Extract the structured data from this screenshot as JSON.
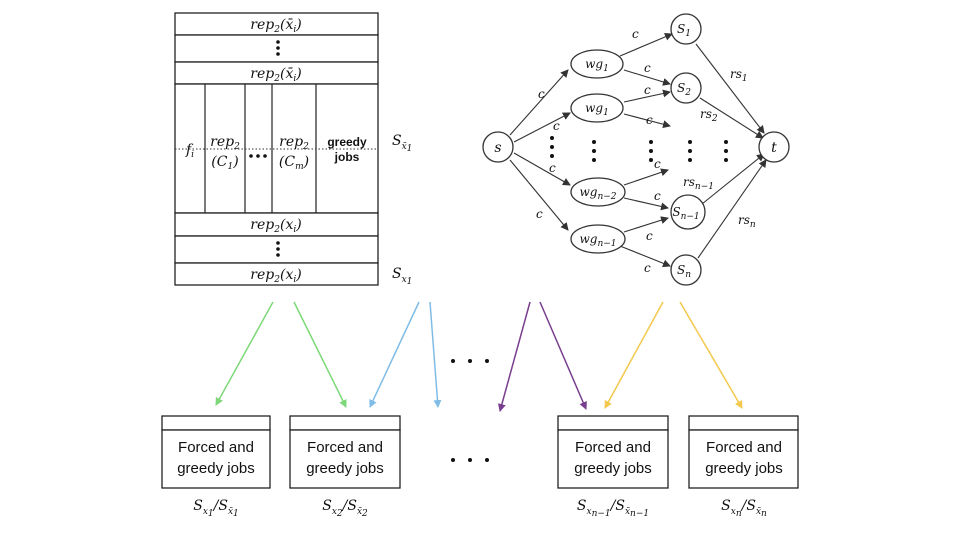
{
  "schedule": {
    "top_rows": [
      "rep",
      "2",
      "(x̄",
      "i",
      ")"
    ],
    "bottom_rows": [
      "rep",
      "2",
      "(x",
      "i",
      ")"
    ],
    "f_label": [
      "f",
      "i"
    ],
    "rep_c1": [
      "rep",
      "2",
      "(C",
      "1",
      ")"
    ],
    "rep_cm": [
      "rep",
      "2",
      "(C",
      "m",
      ")"
    ],
    "greedy_line1": "greedy",
    "greedy_line2": "jobs",
    "s_top": [
      "S",
      "x̄",
      "1"
    ],
    "s_bottom": [
      "S",
      "x",
      "1"
    ]
  },
  "flow_network": {
    "source": "s",
    "sink": "t",
    "edge_label": "c",
    "wg_nodes": [
      {
        "base": "wg",
        "sub": "1"
      },
      {
        "base": "wg",
        "sub": "1"
      },
      {
        "base": "wg",
        "sub": "n−2"
      },
      {
        "base": "wg",
        "sub": "n−1"
      }
    ],
    "s_nodes": [
      {
        "base": "S",
        "sub": "1"
      },
      {
        "base": "S",
        "sub": "2"
      },
      {
        "base": "S",
        "sub": "n−1"
      },
      {
        "base": "S",
        "sub": "n"
      }
    ],
    "rs_labels": [
      {
        "base": "rs",
        "sub": "1"
      },
      {
        "base": "rs",
        "sub": "2"
      },
      {
        "base": "rs",
        "sub": "n−1"
      },
      {
        "base": "rs",
        "sub": "n"
      }
    ]
  },
  "machines": {
    "label_line1": "Forced and",
    "label_line2": "greedy jobs",
    "captions": [
      {
        "a": "S",
        "asub": "x",
        "asub2": "1",
        "b": "S",
        "bsub": "x̄",
        "bsub2": "1"
      },
      {
        "a": "S",
        "asub": "x",
        "asub2": "2",
        "b": "S",
        "bsub": "x̄",
        "bsub2": "2"
      },
      {
        "a": "S",
        "asub": "x",
        "asub2": "n−1",
        "b": "S",
        "bsub": "x̄",
        "bsub2": "n−1"
      },
      {
        "a": "S",
        "asub": "x",
        "asub2": "n",
        "b": "S",
        "bsub": "x̄",
        "bsub2": "n"
      }
    ]
  },
  "colors": {
    "green": "#7dd87a",
    "blue": "#7fbde6",
    "purple": "#7a3e8e",
    "yellow": "#f2c94c"
  }
}
